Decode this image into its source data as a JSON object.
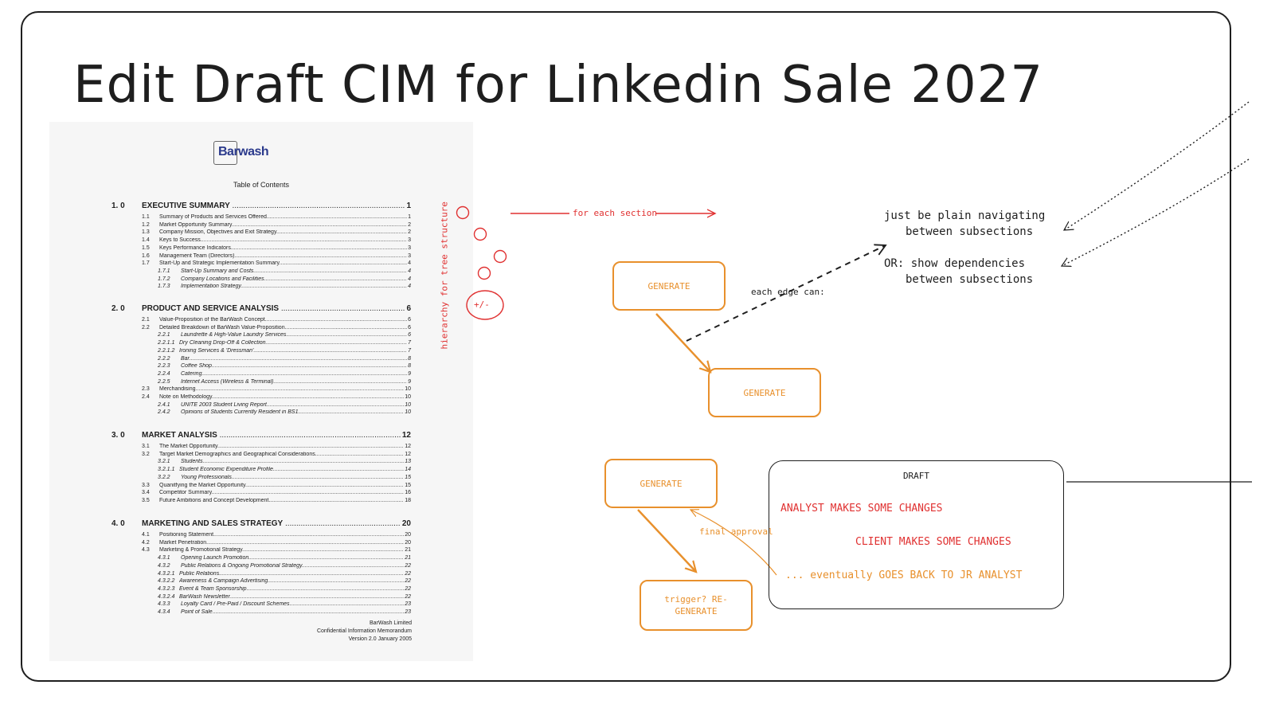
{
  "title": "Edit Draft CIM for Linkedin Sale 2027",
  "document": {
    "logo_text": "Barwash",
    "toc_title": "Table of Contents",
    "sections": [
      {
        "num": "1. 0",
        "label": "EXECUTIVE SUMMARY",
        "page": "1",
        "items": [
          {
            "num": "1.1",
            "label": "Summary of Products and Services Offered",
            "page": "1"
          },
          {
            "num": "1.2",
            "label": "Market Opportunity Summary",
            "page": "2"
          },
          {
            "num": "1.3",
            "label": "Company Mission, Objectives and Exit Strategy",
            "page": "2"
          },
          {
            "num": "1.4",
            "label": "Keys to Success",
            "page": "3"
          },
          {
            "num": "1.5",
            "label": "Keys Performance Indicators",
            "page": "3"
          },
          {
            "num": "1.6",
            "label": "Management Team (Directors)",
            "page": "3"
          },
          {
            "num": "1.7",
            "label": "Start-Up and Strategic Implementation Summary",
            "page": "4"
          },
          {
            "num": "1.7.1",
            "label": "Start-Up Summary and Costs",
            "page": "4"
          },
          {
            "num": "1.7.2",
            "label": "Company Locations and Facilities",
            "page": "4"
          },
          {
            "num": "1.7.3",
            "label": "Implementation Strategy",
            "page": "4"
          }
        ]
      },
      {
        "num": "2. 0",
        "label": "PRODUCT AND SERVICE ANALYSIS",
        "page": "6",
        "items": [
          {
            "num": "2.1",
            "label": "Value-Proposition of the BarWash Concept",
            "page": "6"
          },
          {
            "num": "2.2",
            "label": "Detailed Breakdown of BarWash Value-Proposition",
            "page": "6"
          },
          {
            "num": "2.2.1",
            "label": "Laundrette & High-Value Laundry Services",
            "page": "6"
          },
          {
            "num": "2.2.1.1",
            "label": "Dry Cleaning Drop-Off & Collection",
            "page": "7"
          },
          {
            "num": "2.2.1.2",
            "label": "Ironing Services & 'Dressman'",
            "page": "7"
          },
          {
            "num": "2.2.2",
            "label": "Bar",
            "page": "8"
          },
          {
            "num": "2.2.3",
            "label": "Coffee Shop",
            "page": "8"
          },
          {
            "num": "2.2.4",
            "label": "Catering",
            "page": "9"
          },
          {
            "num": "2.2.5",
            "label": "Internet Access (Wireless & Terminal)",
            "page": "9"
          },
          {
            "num": "2.3",
            "label": "Merchandising",
            "page": "10"
          },
          {
            "num": "2.4",
            "label": "Note on Methodology",
            "page": "10"
          },
          {
            "num": "2.4.1",
            "label": "UNITE 2003 Student Living Report",
            "page": "10"
          },
          {
            "num": "2.4.2",
            "label": "Opinions of Students Currently Resident in BS1",
            "page": "10"
          }
        ]
      },
      {
        "num": "3. 0",
        "label": "MARKET ANALYSIS",
        "page": "12",
        "items": [
          {
            "num": "3.1",
            "label": "The Market Opportunity",
            "page": "12"
          },
          {
            "num": "3.2",
            "label": "Target Market Demographics and Geographical Considerations",
            "page": "12"
          },
          {
            "num": "3.2.1",
            "label": "Students",
            "page": "13"
          },
          {
            "num": "3.2.1.1",
            "label": "Student Economic Expenditure Profile",
            "page": "14"
          },
          {
            "num": "3.2.2",
            "label": "Young Professionals",
            "page": "15"
          },
          {
            "num": "3.3",
            "label": "Quanitfying the Market Opportunity",
            "page": "15"
          },
          {
            "num": "3.4",
            "label": "Competitor Summary",
            "page": "16"
          },
          {
            "num": "3.5",
            "label": "Future Ambitions and Concept Development",
            "page": "18"
          }
        ]
      },
      {
        "num": "4. 0",
        "label": "MARKETING AND SALES STRATEGY",
        "page": "20",
        "items": [
          {
            "num": "4.1",
            "label": "Positioning Statement",
            "page": "20"
          },
          {
            "num": "4.2",
            "label": "Market Penetration",
            "page": "20"
          },
          {
            "num": "4.3",
            "label": "Marketing & Promotional Strategy",
            "page": "21"
          },
          {
            "num": "4.3.1",
            "label": "Opening Launch Promotion",
            "page": "21"
          },
          {
            "num": "4.3.2",
            "label": "Public Relations & Ongoing Promotional Strategy",
            "page": "22"
          },
          {
            "num": "4.3.2.1",
            "label": "Public Relations",
            "page": "22"
          },
          {
            "num": "4.3.2.2",
            "label": "Awareness & Campaign Advertising",
            "page": "22"
          },
          {
            "num": "4.3.2.3",
            "label": "Event & Team Sponsorship",
            "page": "22"
          },
          {
            "num": "4.3.2.4",
            "label": "BarWash Newsletter",
            "page": "22"
          },
          {
            "num": "4.3.3",
            "label": "Loyalty Card / Pre-Paid / Discount Schemes",
            "page": "23"
          },
          {
            "num": "4.3.4",
            "label": "Point of Sale",
            "page": "23"
          }
        ]
      }
    ],
    "footer": [
      "BarWash Limited",
      "Confidential Information Memorandum",
      "Version 2.0 January 2005"
    ]
  },
  "annotations": {
    "hierarchy_label": "hierarchy for tree structure",
    "plus_minus": "+/-",
    "for_each_section": "for each section",
    "each_edge_can": "each edge can:",
    "option_1": [
      "just be plain navigating",
      "between subsections"
    ],
    "option_2": [
      "OR: show dependencies",
      "between subsections"
    ],
    "generate_1": "GENERATE",
    "generate_2": "GENERATE",
    "generate_3": "GENERATE",
    "trigger_regenerate": [
      "trigger? RE-",
      "GENERATE"
    ],
    "final_approval": "final approval",
    "draft": {
      "title": "DRAFT",
      "analyst_changes": "ANALYST MAKES SOME CHANGES",
      "client_changes": "CLIENT MAKES SOME CHANGES",
      "back_to_analyst": "... eventually GOES BACK TO JR ANALYST"
    }
  },
  "colors": {
    "red": "#e03131",
    "orange": "#e8902c",
    "ink": "#1e1e1e"
  }
}
